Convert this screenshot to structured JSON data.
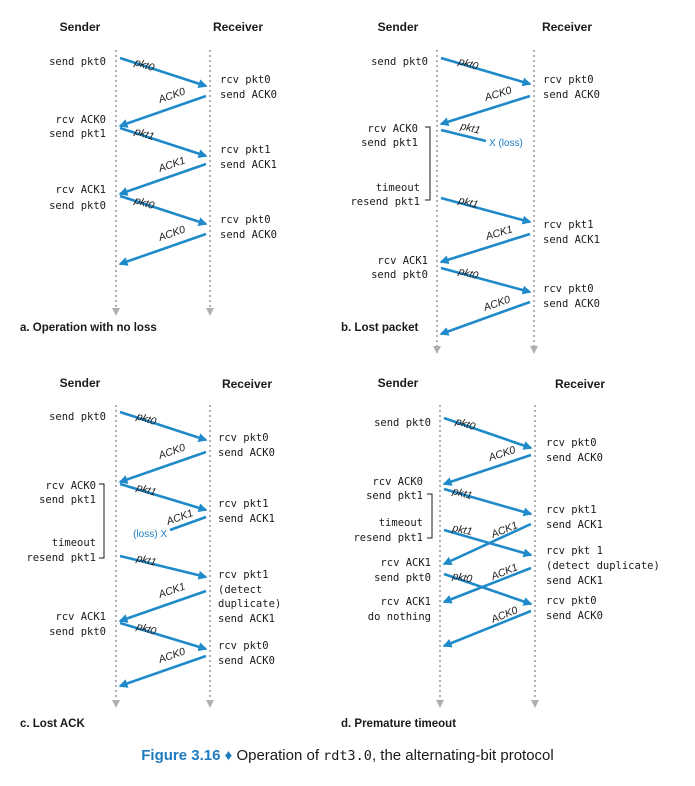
{
  "headers": {
    "sender": "Sender",
    "receiver": "Receiver"
  },
  "panels": {
    "a": {
      "caption": "a. Operation with no loss",
      "sender_text": [
        "send pkt0",
        "rcv ACK0",
        "send pkt1",
        "rcv ACK1",
        "send pkt0"
      ],
      "receiver_text": [
        "rcv pkt0",
        "send ACK0",
        "rcv pkt1",
        "send ACK1",
        "rcv pkt0",
        "send ACK0"
      ],
      "arrow_labels": [
        "pkt0",
        "ACK0",
        "pkt1",
        "ACK1",
        "pkt0",
        "ACK0"
      ]
    },
    "b": {
      "caption": "b. Lost packet",
      "sender_text": [
        "send pkt0",
        "rcv ACK0",
        "send pkt1",
        "timeout",
        "resend pkt1",
        "rcv ACK1",
        "send pkt0"
      ],
      "receiver_text": [
        "rcv pkt0",
        "send ACK0",
        "rcv pkt1",
        "send ACK1",
        "rcv pkt0",
        "send ACK0"
      ],
      "arrow_labels": [
        "pkt0",
        "ACK0",
        "pkt1",
        "pkt1",
        "ACK1",
        "pkt0",
        "ACK0"
      ],
      "loss_label": "X (loss)"
    },
    "c": {
      "caption": "c. Lost ACK",
      "sender_text": [
        "send pkt0",
        "rcv ACK0",
        "send pkt1",
        "timeout",
        "resend pkt1",
        "rcv ACK1",
        "send pkt0"
      ],
      "receiver_text": [
        "rcv pkt0",
        "send ACK0",
        "rcv pkt1",
        "send ACK1",
        "rcv pkt1",
        "(detect",
        "duplicate)",
        "send ACK1",
        "rcv pkt0",
        "send ACK0"
      ],
      "arrow_labels": [
        "pkt0",
        "ACK0",
        "pkt1",
        "ACK1",
        "pkt1",
        "ACK1",
        "pkt0",
        "ACK0"
      ],
      "loss_label": "(loss) X"
    },
    "d": {
      "caption": "d. Premature timeout",
      "sender_text": [
        "send pkt0",
        "rcv ACK0",
        "send pkt1",
        "timeout",
        "resend pkt1",
        "rcv ACK1",
        "send pkt0",
        "rcv ACK1",
        "do nothing"
      ],
      "receiver_text": [
        "rcv pkt0",
        "send ACK0",
        "rcv pkt1",
        "send ACK1",
        "rcv pkt 1",
        "(detect duplicate)",
        "send ACK1",
        "rcv pkt0",
        "send ACK0"
      ],
      "arrow_labels": [
        "pkt0",
        "ACK0",
        "pkt1",
        "pkt1",
        "ACK1",
        "pkt0",
        "ACK1",
        "ACK0"
      ]
    }
  },
  "figure": {
    "number": "Figure 3.16",
    "separator": "♦",
    "text_before": "Operation of ",
    "code": "rdt3.0",
    "text_after": ", the alternating-bit protocol"
  },
  "colors": {
    "arrow": "#1f8ac9",
    "timeline": "#b0b0b0",
    "figure_number": "#1f7bc0"
  }
}
